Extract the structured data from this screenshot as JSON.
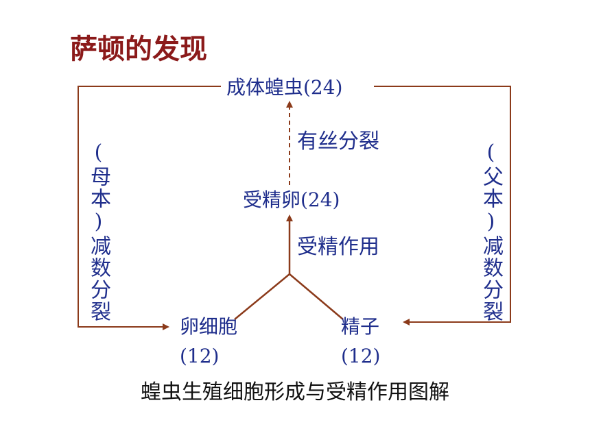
{
  "title": "萨顿的发现",
  "nodes": {
    "adult": "成体蝗虫(24)",
    "zygote": "受精卵(24)",
    "egg": "卵细胞",
    "egg_count": "(12)",
    "sperm": "精子",
    "sperm_count": "(12)"
  },
  "processes": {
    "mitosis": "有丝分裂",
    "fertilization": "受精作用",
    "maternal_meiosis": "(母本)减数分裂",
    "paternal_meiosis": "(父本)减数分裂"
  },
  "caption": "蝗虫生殖细胞形成与受精作用图解",
  "colors": {
    "title": "#8b1a1a",
    "node_text": "#1f2e8c",
    "connector": "#8b3a1a",
    "caption": "#111111"
  }
}
